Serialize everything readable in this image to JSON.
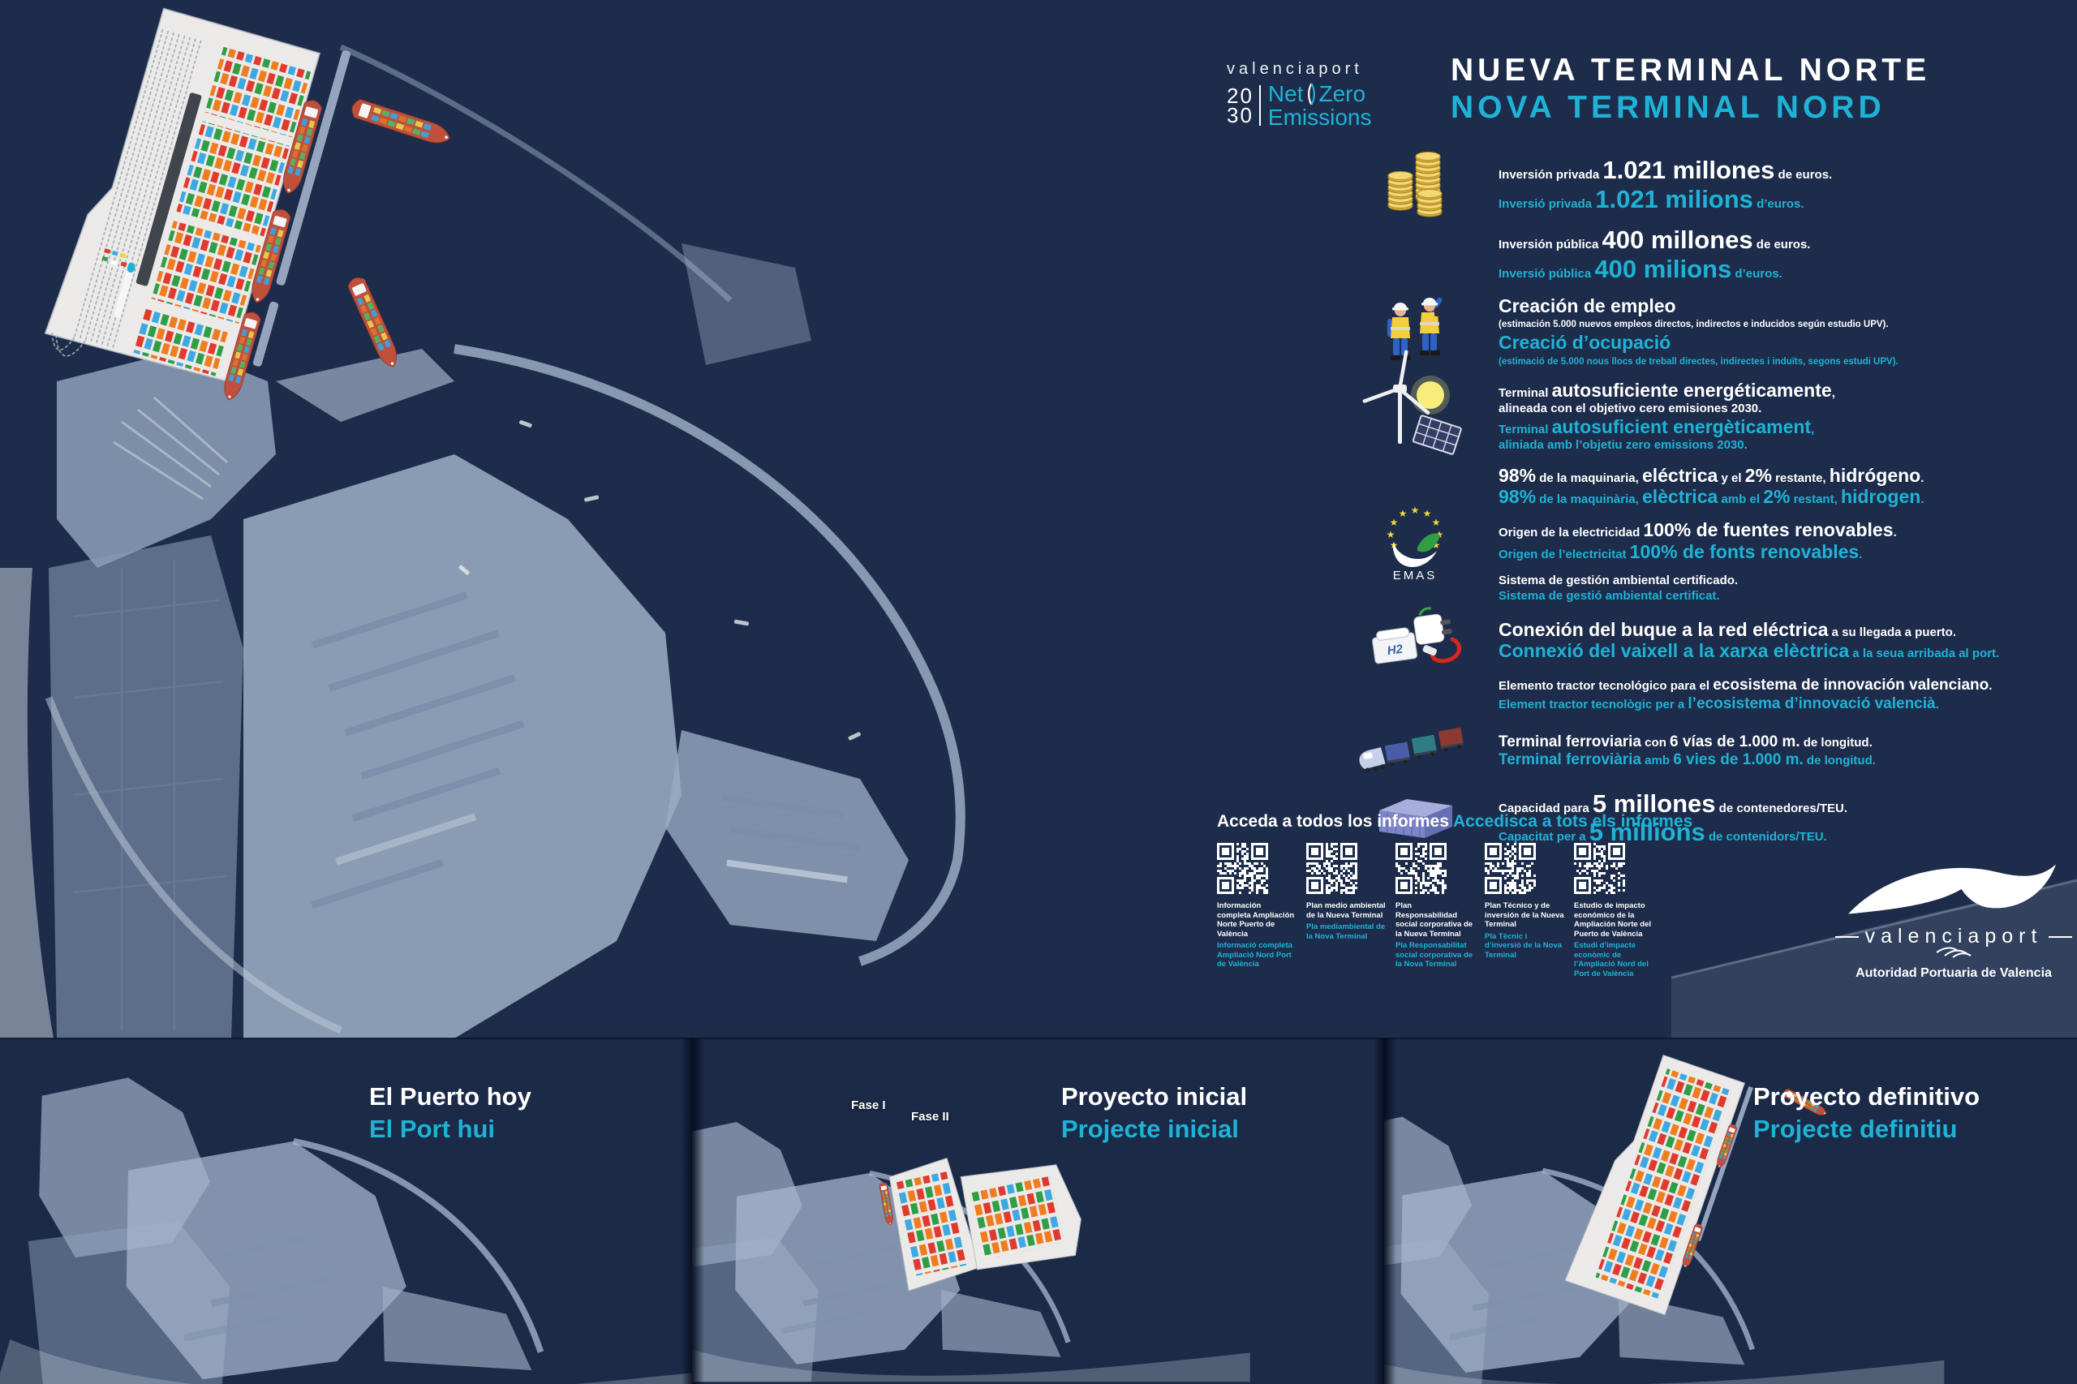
{
  "colors": {
    "bg": "#1d2c4a",
    "cyan": "#1eb3d6",
    "white": "#ffffff",
    "land": "#a5b6cd",
    "land_light": "#cdd8e5",
    "terminal": "#eceae8",
    "ship_red": "#c04f3c",
    "gold": "#ecc551",
    "container_palette": [
      "#ef7d1f",
      "#e03a2f",
      "#2f9e45",
      "#3fa8e0"
    ]
  },
  "header": {
    "brand": "valenciaport",
    "year_top": "20",
    "year_bottom": "30",
    "net": "Net",
    "zero": "Zero",
    "emissions": "Emissions",
    "title_es": "NUEVA TERMINAL NORTE",
    "title_va": "NOVA TERMINAL NORD"
  },
  "facts": [
    {
      "icon": "coins-icon",
      "lines": [
        {
          "lang": "es",
          "segs": [
            [
              "Inversión privada ",
              "sm"
            ],
            [
              "1.021 millones",
              "xl"
            ],
            [
              " de euros.",
              "sm"
            ]
          ]
        },
        {
          "lang": "va",
          "segs": [
            [
              "Inversió privada ",
              "sm"
            ],
            [
              "1.021 milions",
              "xl"
            ],
            [
              " d’euros.",
              "sm"
            ]
          ]
        }
      ]
    },
    {
      "icon": "",
      "lines": [
        {
          "lang": "es",
          "segs": [
            [
              "Inversión pública ",
              "sm"
            ],
            [
              "400 millones",
              "xl"
            ],
            [
              " de euros.",
              "sm"
            ]
          ]
        },
        {
          "lang": "va",
          "segs": [
            [
              "Inversió pública ",
              "sm"
            ],
            [
              "400 milions",
              "xl"
            ],
            [
              " d’euros.",
              "sm"
            ]
          ]
        }
      ]
    },
    {
      "icon": "workers-icon",
      "lines": [
        {
          "lang": "es",
          "segs": [
            [
              "Creación de empleo",
              "lg"
            ]
          ]
        },
        {
          "lang": "es",
          "segs": [
            [
              "(estimación 5.000 nuevos empleos directos, indirectos e inducidos según estudio UPV).",
              "xs"
            ]
          ]
        },
        {
          "lang": "va",
          "segs": [
            [
              "Creació d’ocupació",
              "lg"
            ]
          ]
        },
        {
          "lang": "va",
          "segs": [
            [
              "(estimació de 5.000 nous llocs de treball directes, indirectes i induïts, segons estudi UPV).",
              "xs"
            ]
          ]
        }
      ]
    },
    {
      "icon": "wind-turbine-icon",
      "lines": [
        {
          "lang": "es",
          "segs": [
            [
              "Terminal ",
              "sm"
            ],
            [
              "autosuficiente energéticamente",
              "lg"
            ],
            [
              ",",
              "sm"
            ]
          ]
        },
        {
          "lang": "es",
          "segs": [
            [
              "alineada con el objetivo cero emisiones 2030.",
              "sm"
            ]
          ]
        },
        {
          "lang": "va",
          "segs": [
            [
              "Terminal ",
              "sm"
            ],
            [
              "autosuficient energèticament",
              "lg"
            ],
            [
              ",",
              "sm"
            ]
          ]
        },
        {
          "lang": "va",
          "segs": [
            [
              "aliniada amb l’objetiu zero emissions 2030.",
              "sm"
            ]
          ]
        }
      ]
    },
    {
      "icon": "",
      "lines": [
        {
          "lang": "es",
          "segs": [
            [
              "98%",
              "lg"
            ],
            [
              " de la maquinaria, ",
              "sm"
            ],
            [
              "eléctrica",
              "lg"
            ],
            [
              " y el ",
              "sm"
            ],
            [
              "2%",
              "lg"
            ],
            [
              " restante, ",
              "sm"
            ],
            [
              "hidrógeno",
              "lg"
            ],
            [
              ".",
              "sm"
            ]
          ]
        },
        {
          "lang": "va",
          "segs": [
            [
              "98%",
              "lg"
            ],
            [
              " de la maquinària, ",
              "sm"
            ],
            [
              "elèctrica",
              "lg"
            ],
            [
              " amb el ",
              "sm"
            ],
            [
              "2%",
              "lg"
            ],
            [
              " restant, ",
              "sm"
            ],
            [
              "hidrogen",
              "lg"
            ],
            [
              ".",
              "sm"
            ]
          ]
        }
      ]
    },
    {
      "icon": "emas-icon",
      "lines": [
        {
          "lang": "es",
          "segs": [
            [
              "Origen de la electricidad ",
              "sm"
            ],
            [
              "100% de fuentes renovables",
              "lg"
            ],
            [
              ".",
              "sm"
            ]
          ]
        },
        {
          "lang": "va",
          "segs": [
            [
              "Origen de l’electricitat ",
              "sm"
            ],
            [
              "100% de fonts renovables",
              "lg"
            ],
            [
              ".",
              "sm"
            ]
          ]
        }
      ]
    },
    {
      "icon": "",
      "lines": [
        {
          "lang": "es",
          "segs": [
            [
              "Sistema de gestión ambiental certificado.",
              "sm"
            ]
          ]
        },
        {
          "lang": "va",
          "segs": [
            [
              "Sistema de gestió ambiental certificat.",
              "sm"
            ]
          ]
        }
      ]
    },
    {
      "icon": "shore-power-icon",
      "lines": [
        {
          "lang": "es",
          "segs": [
            [
              "Conexión del buque a la red eléctrica",
              "lg"
            ],
            [
              " a su llegada a puerto.",
              "sm"
            ]
          ]
        },
        {
          "lang": "va",
          "segs": [
            [
              "Connexió del vaixell a la xarxa elèctrica",
              "lg"
            ],
            [
              " a la seua arribada al port.",
              "sm"
            ]
          ]
        }
      ]
    },
    {
      "icon": "",
      "lines": [
        {
          "lang": "es",
          "segs": [
            [
              "Elemento tractor tecnológico para el ",
              "sm"
            ],
            [
              "ecosistema de innovación valenciano",
              "md"
            ],
            [
              ".",
              "sm"
            ]
          ]
        },
        {
          "lang": "va",
          "segs": [
            [
              "Element tractor tecnològic per a ",
              "sm"
            ],
            [
              "l’ecosistema d’innovació valencià",
              "md"
            ],
            [
              ".",
              "sm"
            ]
          ]
        }
      ]
    },
    {
      "icon": "freight-train-icon",
      "lines": [
        {
          "lang": "es",
          "segs": [
            [
              "Terminal ferroviaria",
              "md"
            ],
            [
              " con ",
              "sm"
            ],
            [
              "6 vías de 1.000 m.",
              "md"
            ],
            [
              " de longitud.",
              "sm"
            ]
          ]
        },
        {
          "lang": "va",
          "segs": [
            [
              "Terminal ferroviària",
              "md"
            ],
            [
              " amb ",
              "sm"
            ],
            [
              "6 vies de 1.000 m.",
              "md"
            ],
            [
              " de longitud.",
              "sm"
            ]
          ]
        }
      ]
    },
    {
      "icon": "container-icon",
      "lines": [
        {
          "lang": "es",
          "segs": [
            [
              "Capacidad para ",
              "sm"
            ],
            [
              "5 millones",
              "xl"
            ],
            [
              " de contenedores/TEU.",
              "sm"
            ]
          ]
        },
        {
          "lang": "va",
          "segs": [
            [
              "Capacitat per a ",
              "sm"
            ],
            [
              "5 millions",
              "xl"
            ],
            [
              " de contenidors/TEU.",
              "sm"
            ]
          ]
        }
      ]
    }
  ],
  "reports": {
    "heading_es": "Acceda a todos los informes",
    "heading_va": "Accedisca a tots els informes",
    "items": [
      {
        "es": "Información completa Ampliación Norte Puerto de València",
        "va": "Informació completa Ampliació Nord Port de València"
      },
      {
        "es": "Plan medio ambiental de la Nueva Terminal",
        "va": "Pla mediambiental de la Nova Terminal"
      },
      {
        "es": "Plan Responsabilidad social corporativa de la Nueva Terminal",
        "va": "Pla Responsabilitat social corporativa de la Nova Terminal"
      },
      {
        "es": "Plan Técnico y de inversión de la Nueva Terminal",
        "va": "Pla Tècnic i d’inversió de la Nova Terminal"
      },
      {
        "es": "Estudio de impacto económico de la Ampliación Norte del Puerto de València",
        "va": "Estudi d’impacte econòmic de l’Ampliació Nord del Port de València"
      }
    ]
  },
  "footer_logo": {
    "brand": "valenciaport",
    "subtitle": "Autoridad Portuaria de Valencia"
  },
  "panels": [
    {
      "title_es": "El Puerto hoy",
      "title_va": "El Port hui",
      "variant": "hoy"
    },
    {
      "title_es": "Proyecto inicial",
      "title_va": "Projecte inicial",
      "variant": "inicial",
      "fase1": "Fase I",
      "fase2": "Fase II"
    },
    {
      "title_es": "Proyecto definitivo",
      "title_va": "Projecte definitiu",
      "variant": "definitivo"
    }
  ]
}
